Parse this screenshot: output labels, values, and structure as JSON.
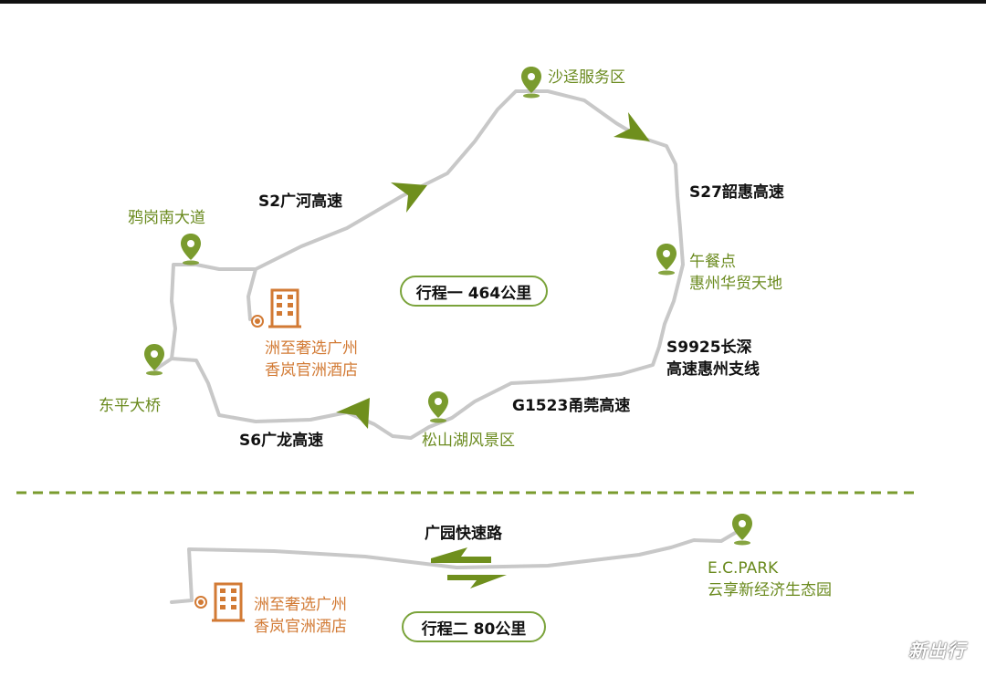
{
  "colors": {
    "route": "#c8c8c8",
    "arrow": "#6f8f1d",
    "green": "#6a8a1e",
    "orange": "#d27a34",
    "divider": "#7a9b2e"
  },
  "trip1": {
    "summary": "行程一 464公里",
    "roads": {
      "s2": "S2广河高速",
      "s27": "S27韶惠高速",
      "s9925_line1": "S9925长深",
      "s9925_line2": "高速惠州支线",
      "g1523": "G1523甬莞高速",
      "s6": "S6广龙高速"
    },
    "places": {
      "service_area": "沙迳服务区",
      "lunch_line1": "午餐点",
      "lunch_line2": "惠州华贸天地",
      "ya_gang": "鸦岗南大道",
      "dong_ping": "东平大桥",
      "song_shan": "松山湖风景区"
    },
    "hotel": {
      "line1": "洲至奢选广州",
      "line2": "香岚官洲酒店",
      "icon": "building-icon"
    }
  },
  "trip2": {
    "summary": "行程二 80公里",
    "road": "广园快速路",
    "destination_line1": "E.C.PARK",
    "destination_line2": "云享新经济生态园",
    "hotel": {
      "line1": "洲至奢选广州",
      "line2": "香岚官洲酒店",
      "icon": "building-icon"
    }
  },
  "watermark": "新出行"
}
